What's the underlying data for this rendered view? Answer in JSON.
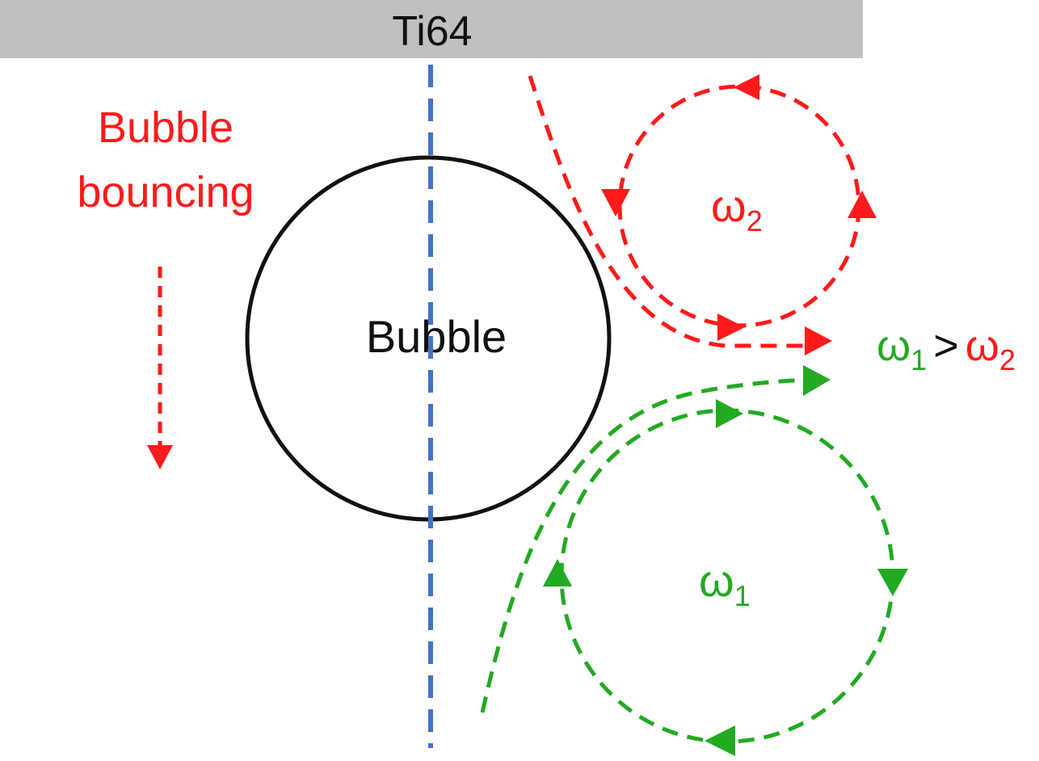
{
  "substrate": {
    "label": "Ti64"
  },
  "bubble": {
    "label": "Bubble"
  },
  "motion": {
    "line1": "Bubble",
    "line2": "bouncing"
  },
  "vortex_upper": {
    "symbol": "ω",
    "subscript": "2"
  },
  "vortex_lower": {
    "symbol": "ω",
    "subscript": "1"
  },
  "comparison": {
    "left_symbol": "ω",
    "left_sub": "1",
    "operator": ">",
    "right_symbol": "ω",
    "right_sub": "2"
  },
  "colors": {
    "substrate": "#c0c0c0",
    "axis": "#4472c4",
    "upper_flow": "#ff1a1a",
    "lower_flow": "#22aa22",
    "bubble_outline": "#111111"
  }
}
